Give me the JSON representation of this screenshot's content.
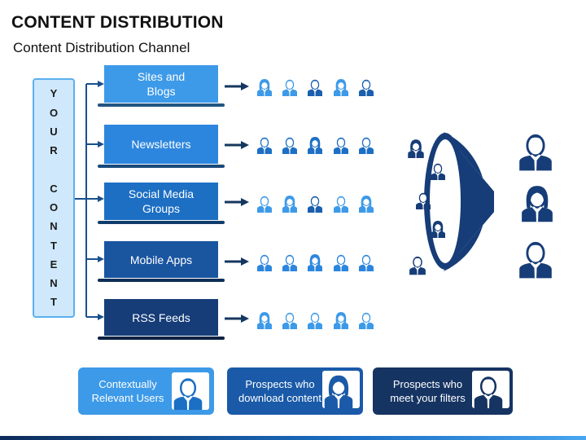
{
  "title": "CONTENT DISTRIBUTION",
  "subtitle": "Content Distribution Channel",
  "vertical_label": [
    "Y",
    "O",
    "U",
    "R",
    "",
    "C",
    "O",
    "N",
    "T",
    "E",
    "N",
    "T"
  ],
  "channels": [
    {
      "label_line1": "Sites and",
      "label_line2": "Blogs",
      "color": "#3d9ae8"
    },
    {
      "label_line1": "Newsletters",
      "label_line2": "",
      "color": "#2d86de"
    },
    {
      "label_line1": "Social Media",
      "label_line2": "Groups",
      "color": "#1d6fc4"
    },
    {
      "label_line1": "Mobile Apps",
      "label_line2": "",
      "color": "#1a55a0"
    },
    {
      "label_line1": "RSS Feeds",
      "label_line2": "",
      "color": "#163d78"
    }
  ],
  "legend": [
    {
      "line1": "Contextually",
      "line2": "Relevant Users",
      "color": "#3d9ae8",
      "icon": "male-user-icon"
    },
    {
      "line1": "Prospects who",
      "line2": "download content",
      "color": "#1a5aa8",
      "icon": "female-user-icon"
    },
    {
      "line1": "Prospects who",
      "line2": "meet your filters",
      "color": "#163462",
      "icon": "male-user-icon"
    }
  ],
  "colors": {
    "light": "#49a6f0",
    "mid": "#1b6fc4",
    "dark": "#163d78",
    "navy": "#163462",
    "arrow": "#15375f"
  }
}
